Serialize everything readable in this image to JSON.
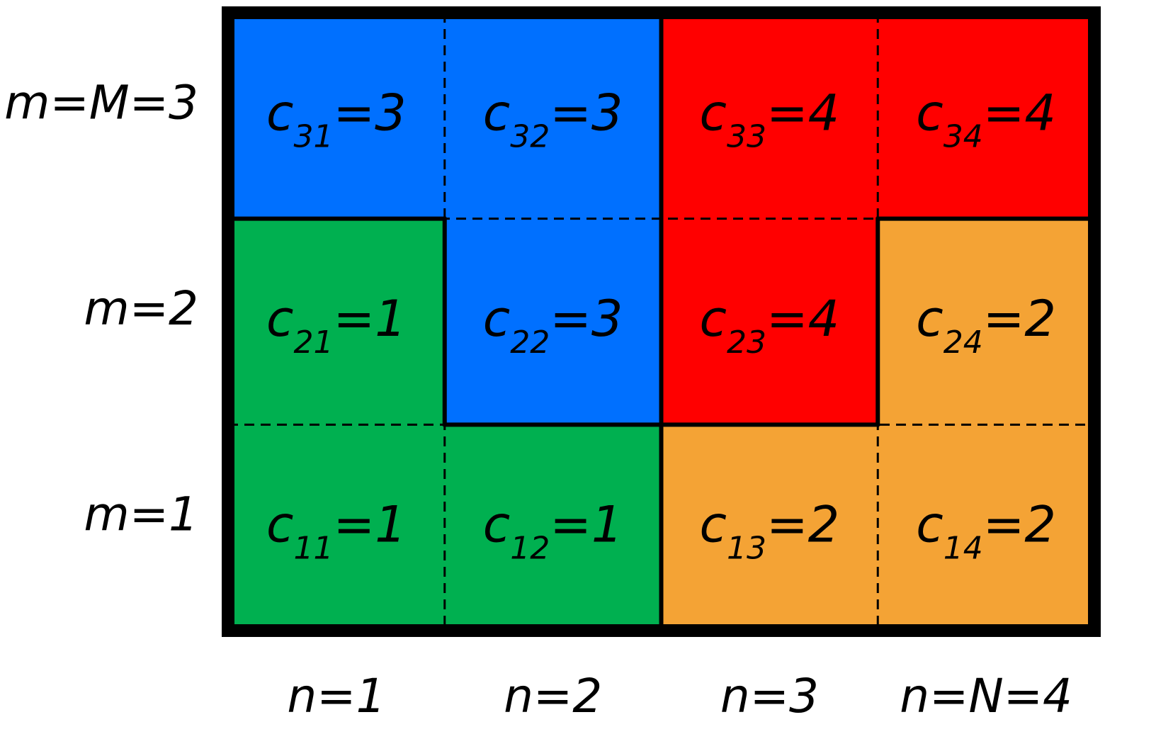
{
  "colors": {
    "1": "#00b050",
    "2": "#f4a335",
    "3": "#0070ff",
    "4": "#ff0000"
  },
  "row_labels": [
    "m=M=3",
    "m=2",
    "m=1"
  ],
  "col_labels": [
    "n=1",
    "n=2",
    "n=3",
    "n=N=4"
  ],
  "cells": [
    [
      {
        "name": "c",
        "sub": "31",
        "eq": "=3",
        "value": 3
      },
      {
        "name": "c",
        "sub": "32",
        "eq": "=3",
        "value": 3
      },
      {
        "name": "c",
        "sub": "33",
        "eq": "=4",
        "value": 4
      },
      {
        "name": "c",
        "sub": "34",
        "eq": "=4",
        "value": 4
      }
    ],
    [
      {
        "name": "c",
        "sub": "21",
        "eq": "=1",
        "value": 1
      },
      {
        "name": "c",
        "sub": "22",
        "eq": "=3",
        "value": 3
      },
      {
        "name": "c",
        "sub": "23",
        "eq": "=4",
        "value": 4
      },
      {
        "name": "c",
        "sub": "24",
        "eq": "=2",
        "value": 2
      }
    ],
    [
      {
        "name": "c",
        "sub": "11",
        "eq": "=1",
        "value": 1
      },
      {
        "name": "c",
        "sub": "12",
        "eq": "=1",
        "value": 1
      },
      {
        "name": "c",
        "sub": "13",
        "eq": "=2",
        "value": 2
      },
      {
        "name": "c",
        "sub": "14",
        "eq": "=2",
        "value": 2
      }
    ]
  ]
}
